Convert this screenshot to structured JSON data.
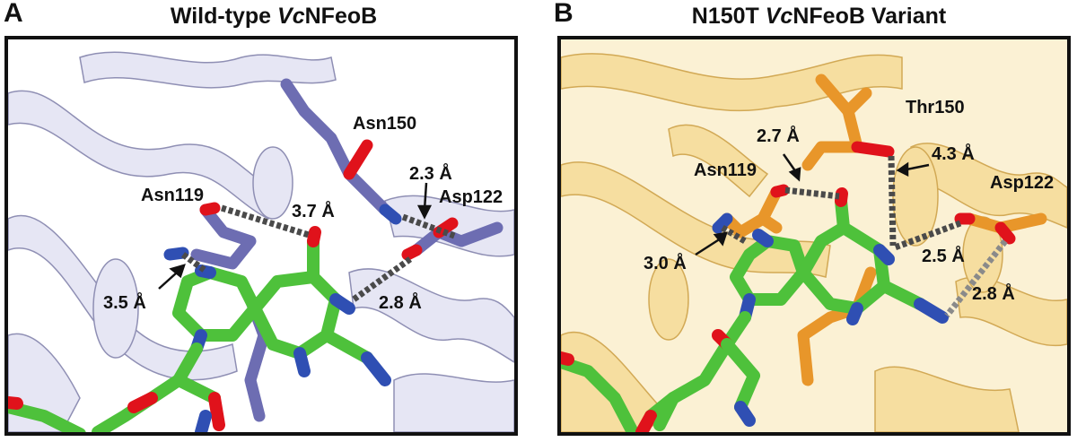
{
  "colors": {
    "carbon": "#4ec13b",
    "nitrogen": "#2f4fb3",
    "oxygen": "#e0121b",
    "wt_residue": "#6d6db2",
    "wt_ribbon": "#e8e8f5",
    "variant_residue": "#e8962a",
    "variant_ribbon": "#f6dea0",
    "hbond": "#4a4a4a"
  },
  "panels": [
    {
      "letter": "A",
      "title_prefix": "Wild-type ",
      "title_italic": "Vc",
      "title_suffix": "NFeoB",
      "labels": {
        "res1": "Asn150",
        "res2": "Asn119",
        "res3": "Asp122",
        "d1": "2.3 Å",
        "d2": "3.7 Å",
        "d3": "3.5 Å",
        "d4": "2.8 Å"
      }
    },
    {
      "letter": "B",
      "title_prefix": "N150T ",
      "title_italic": "Vc",
      "title_suffix": "NFeoB Variant",
      "labels": {
        "res1": "Thr150",
        "res2": "Asn119",
        "res3": "Asp122",
        "d1": "2.7 Å",
        "d2": "4.3 Å",
        "d3": "3.0 Å",
        "d4": "2.5 Å",
        "d5": "2.8 Å"
      }
    }
  ]
}
